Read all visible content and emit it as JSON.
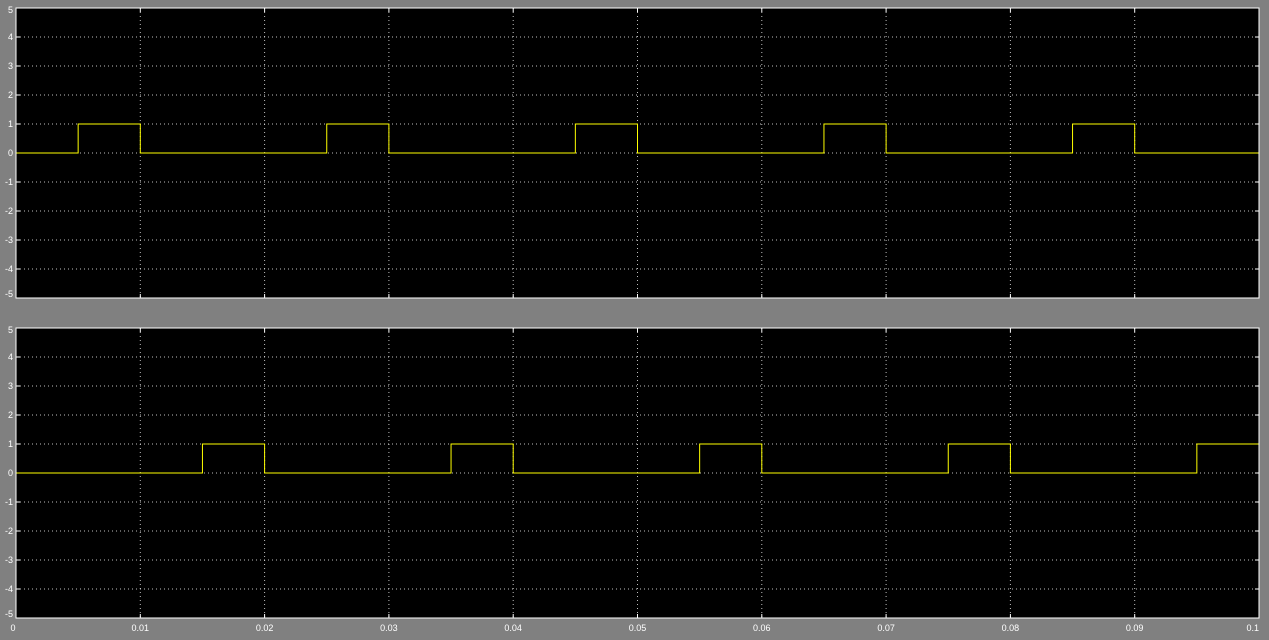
{
  "colors": {
    "background": "#808080",
    "axes_background": "#000000",
    "axes_border": "#ffffff",
    "grid": "#ffffff",
    "trace": "#ffff00",
    "tick_text": "#ffffff"
  },
  "chart_data": [
    {
      "type": "line",
      "title": "",
      "xlabel": "",
      "ylabel": "",
      "xlim": [
        0,
        0.1
      ],
      "ylim": [
        -5,
        5
      ],
      "grid": true,
      "x_ticks": [
        0,
        0.01,
        0.02,
        0.03,
        0.04,
        0.05,
        0.06,
        0.07,
        0.08,
        0.09,
        0.1
      ],
      "x_tick_labels": [],
      "y_ticks": [
        -5,
        -4,
        -3,
        -2,
        -1,
        0,
        1,
        2,
        3,
        4,
        5
      ],
      "y_tick_labels": [
        "-5",
        "-4",
        "-3",
        "-2",
        "-1",
        "0",
        "1",
        "2",
        "3",
        "4",
        "5"
      ],
      "series": [
        {
          "step": true,
          "x": [
            0,
            0.005,
            0.01,
            0.025,
            0.03,
            0.045,
            0.05,
            0.065,
            0.07,
            0.085,
            0.09
          ],
          "y": [
            0,
            1,
            0,
            1,
            0,
            1,
            0,
            1,
            0,
            1,
            0
          ]
        }
      ]
    },
    {
      "type": "line",
      "title": "",
      "xlabel": "",
      "ylabel": "",
      "xlim": [
        0,
        0.1
      ],
      "ylim": [
        -5,
        5
      ],
      "grid": true,
      "x_ticks": [
        0,
        0.01,
        0.02,
        0.03,
        0.04,
        0.05,
        0.06,
        0.07,
        0.08,
        0.09,
        0.1
      ],
      "x_tick_labels": [
        "0",
        "0.01",
        "0.02",
        "0.03",
        "0.04",
        "0.05",
        "0.06",
        "0.07",
        "0.08",
        "0.09",
        "0.1"
      ],
      "y_ticks": [
        -5,
        -4,
        -3,
        -2,
        -1,
        0,
        1,
        2,
        3,
        4,
        5
      ],
      "y_tick_labels": [
        "-5",
        "-4",
        "-3",
        "-2",
        "-1",
        "0",
        "1",
        "2",
        "3",
        "4",
        "5"
      ],
      "series": [
        {
          "step": true,
          "x": [
            0,
            0.015,
            0.02,
            0.035,
            0.04,
            0.055,
            0.06,
            0.075,
            0.08,
            0.095
          ],
          "y": [
            0,
            1,
            0,
            1,
            0,
            1,
            0,
            1,
            0,
            1
          ]
        }
      ]
    }
  ]
}
